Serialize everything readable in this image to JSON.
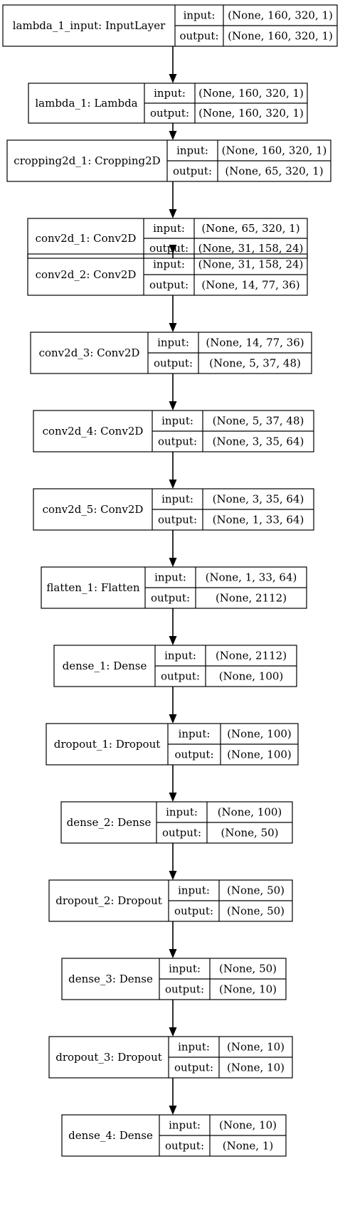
{
  "diagram": {
    "colors": {
      "stroke": "#000000",
      "background": "#ffffff",
      "text": "#000000"
    },
    "port_labels": {
      "input": "input:",
      "output": "output:"
    },
    "layers": [
      {
        "name": "lambda_1_input: InputLayer",
        "input": "(None, 160, 320, 1)",
        "output": "(None, 160, 320, 1)"
      },
      {
        "name": "lambda_1: Lambda",
        "input": "(None, 160, 320, 1)",
        "output": "(None, 160, 320, 1)"
      },
      {
        "name": "cropping2d_1: Cropping2D",
        "input": "(None, 160, 320, 1)",
        "output": "(None, 65, 320, 1)"
      },
      {
        "name": "conv2d_1: Conv2D",
        "input": "(None, 65, 320, 1)",
        "output": "(None, 31, 158, 24)"
      },
      {
        "name": "conv2d_2: Conv2D",
        "input": "(None, 31, 158, 24)",
        "output": "(None, 14, 77, 36)"
      },
      {
        "name": "conv2d_3: Conv2D",
        "input": "(None, 14, 77, 36)",
        "output": "(None, 5, 37, 48)"
      },
      {
        "name": "conv2d_4: Conv2D",
        "input": "(None, 5, 37, 48)",
        "output": "(None, 3, 35, 64)"
      },
      {
        "name": "conv2d_5: Conv2D",
        "input": "(None, 3, 35, 64)",
        "output": "(None, 1, 33, 64)"
      },
      {
        "name": "flatten_1: Flatten",
        "input": "(None, 1, 33, 64)",
        "output": "(None, 2112)"
      },
      {
        "name": "dense_1: Dense",
        "input": "(None, 2112)",
        "output": "(None, 100)"
      },
      {
        "name": "dropout_1: Dropout",
        "input": "(None, 100)",
        "output": "(None, 100)"
      },
      {
        "name": "dense_2: Dense",
        "input": "(None, 100)",
        "output": "(None, 50)"
      },
      {
        "name": "dropout_2: Dropout",
        "input": "(None, 50)",
        "output": "(None, 50)"
      },
      {
        "name": "dense_3: Dense",
        "input": "(None, 50)",
        "output": "(None, 10)"
      },
      {
        "name": "dropout_3: Dropout",
        "input": "(None, 10)",
        "output": "(None, 10)"
      },
      {
        "name": "dense_4: Dense",
        "input": "(None, 10)",
        "output": "(None, 1)"
      }
    ]
  }
}
